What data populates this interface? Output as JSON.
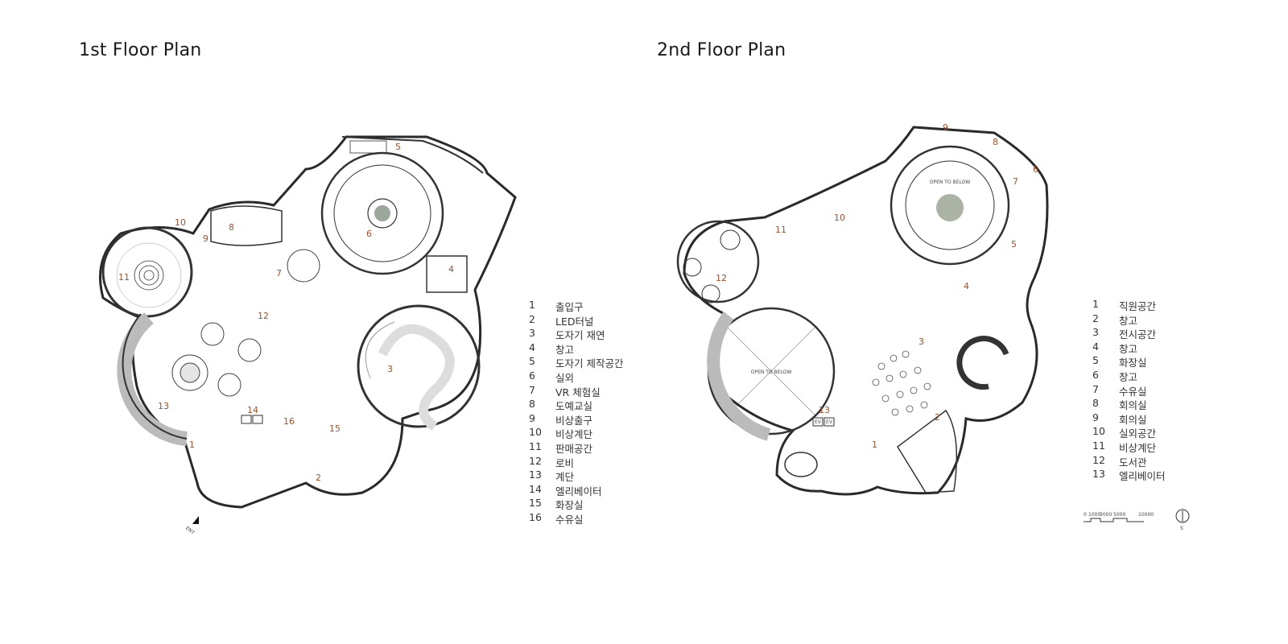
{
  "plans": {
    "first": {
      "title": "1st Floor Plan",
      "legend": [
        {
          "num": "1",
          "label": "출입구"
        },
        {
          "num": "2",
          "label": "LED터널"
        },
        {
          "num": "3",
          "label": "도자기 재연"
        },
        {
          "num": "4",
          "label": "창고"
        },
        {
          "num": "5",
          "label": "도자기 제작공간"
        },
        {
          "num": "6",
          "label": "실외"
        },
        {
          "num": "7",
          "label": "VR 체험실"
        },
        {
          "num": "8",
          "label": "도예교실"
        },
        {
          "num": "9",
          "label": "비상출구"
        },
        {
          "num": "10",
          "label": "비상계단"
        },
        {
          "num": "11",
          "label": "판매공간"
        },
        {
          "num": "12",
          "label": "로비"
        },
        {
          "num": "13",
          "label": "계단"
        },
        {
          "num": "14",
          "label": "엘리베이터"
        },
        {
          "num": "15",
          "label": "화장실"
        },
        {
          "num": "16",
          "label": "수유실"
        }
      ],
      "entrance_label": "ENT"
    },
    "second": {
      "title": "2nd Floor Plan",
      "legend": [
        {
          "num": "1",
          "label": "직원공간"
        },
        {
          "num": "2",
          "label": "창고"
        },
        {
          "num": "3",
          "label": "전시공간"
        },
        {
          "num": "4",
          "label": "창고"
        },
        {
          "num": "5",
          "label": "화장실"
        },
        {
          "num": "6",
          "label": "창고"
        },
        {
          "num": "7",
          "label": "수유실"
        },
        {
          "num": "8",
          "label": "회의실"
        },
        {
          "num": "9",
          "label": "회의실"
        },
        {
          "num": "10",
          "label": "실외공간"
        },
        {
          "num": "11",
          "label": "비상계단"
        },
        {
          "num": "12",
          "label": "도서관"
        },
        {
          "num": "13",
          "label": "엘리베이터"
        }
      ],
      "void_label_1": "OPEN TO BELOW",
      "void_label_2": "OPEN TO BELOW",
      "elevator_labels": [
        "EV",
        "EV"
      ],
      "scale_ticks": [
        "0",
        "1000",
        "3000",
        "5000",
        "10000"
      ],
      "north_label": "S"
    }
  },
  "colors": {
    "room_numbers": "#a0522d",
    "walls": "#2a2a2a"
  }
}
